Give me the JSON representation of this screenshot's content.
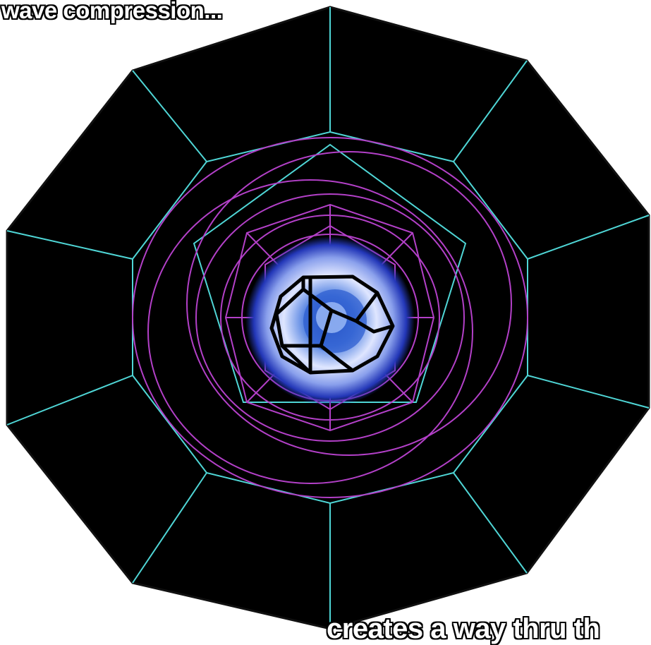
{
  "captions": {
    "top": "wave compression...",
    "bottom": "creates a way thru th"
  },
  "colors": {
    "background": "#ffffff",
    "outer_fill": "#000000",
    "outer_edges": "#4fd6d6",
    "wave_rings": "#b340c8",
    "core_glow": "#3a5fd8",
    "inner_wireframe": "#000000"
  },
  "figure": {
    "outer_shape": "decagon",
    "rings": 6
  }
}
